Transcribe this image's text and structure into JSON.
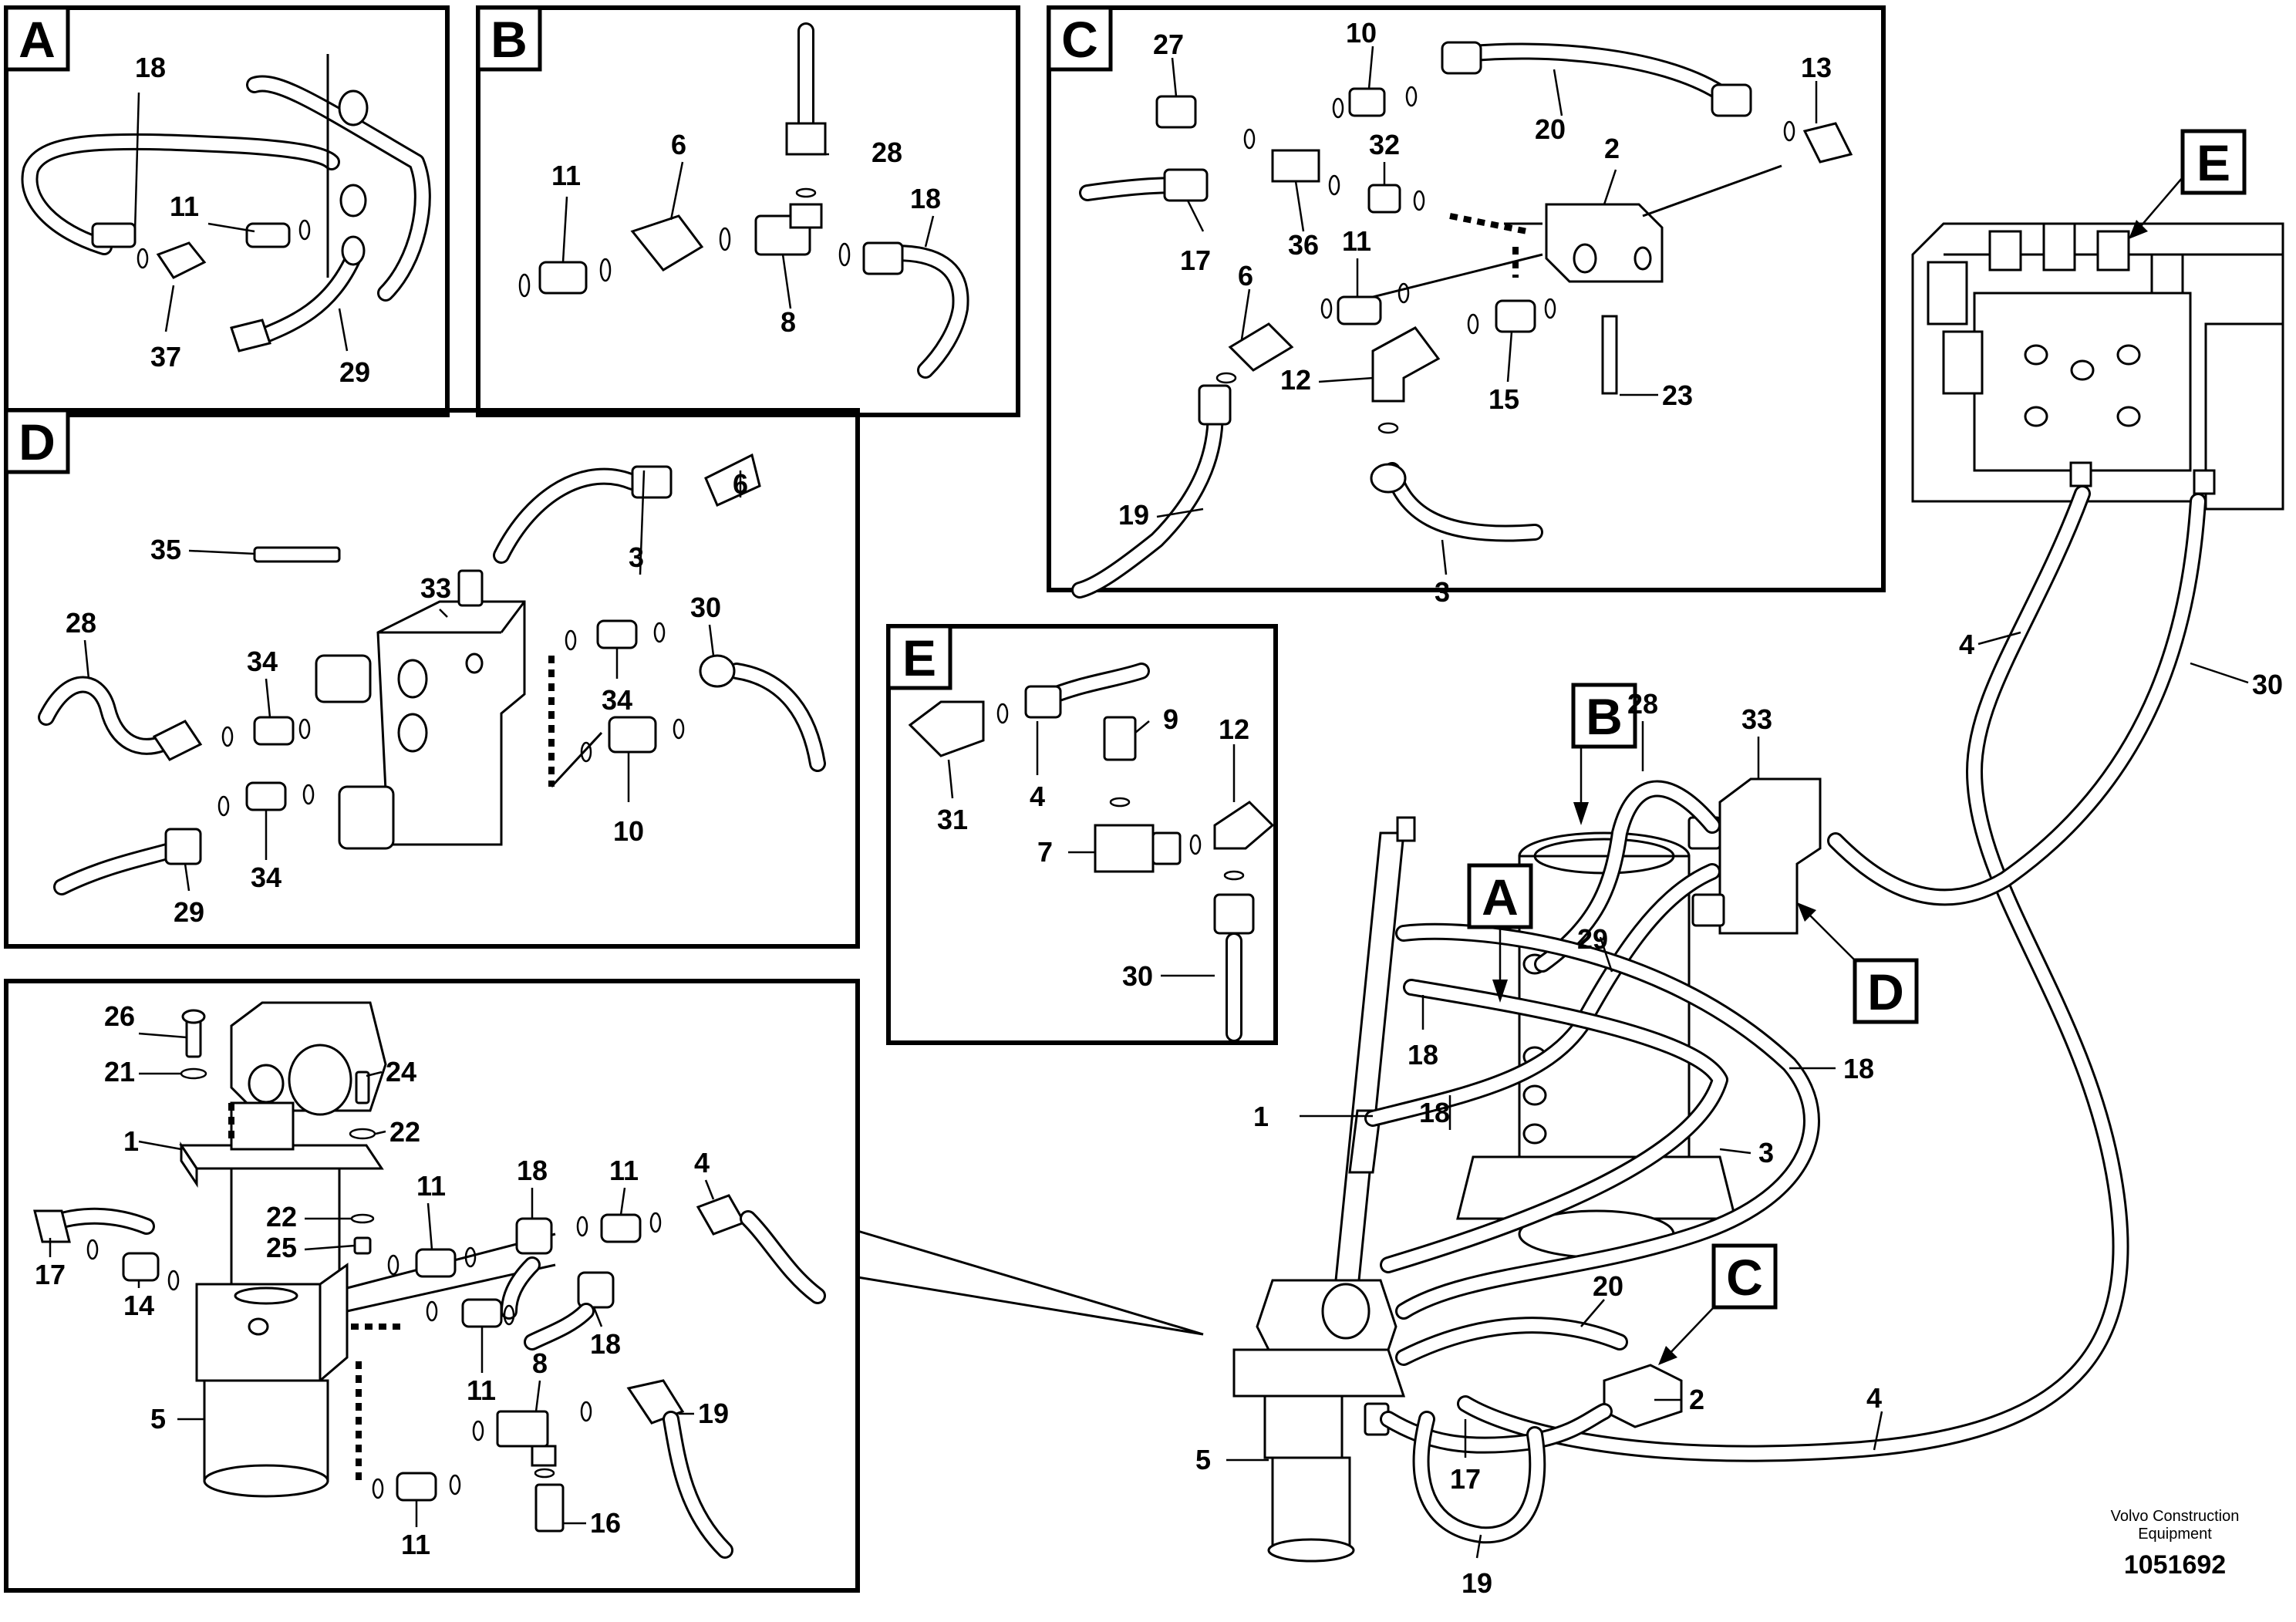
{
  "panels": {
    "A": {
      "tag": "A",
      "labels": [
        "18",
        "11",
        "37",
        "29"
      ]
    },
    "B": {
      "tag": "B",
      "labels": [
        "28",
        "11",
        "6",
        "18",
        "8"
      ]
    },
    "C": {
      "tag": "C",
      "labels": [
        "27",
        "10",
        "13",
        "20",
        "32",
        "2",
        "17",
        "36",
        "11",
        "6",
        "12",
        "15",
        "23",
        "19",
        "3"
      ]
    },
    "D": {
      "tag": "D",
      "labels": [
        "3",
        "6",
        "33",
        "35",
        "28",
        "34",
        "30",
        "34",
        "10",
        "29",
        "34"
      ]
    },
    "E": {
      "tag": "E",
      "labels": [
        "9",
        "12",
        "31",
        "4",
        "7",
        "30"
      ]
    },
    "F": {
      "labels": [
        "26",
        "21",
        "24",
        "1",
        "22",
        "11",
        "18",
        "11",
        "4",
        "22",
        "25",
        "17",
        "14",
        "18",
        "11",
        "8",
        "19",
        "5",
        "11",
        "16"
      ]
    }
  },
  "overview": {
    "callouts": [
      "B",
      "A",
      "D",
      "C",
      "E"
    ],
    "labels": [
      "28",
      "33",
      "4",
      "30",
      "29",
      "18",
      "18",
      "1",
      "18",
      "3",
      "20",
      "2",
      "5",
      "17",
      "19",
      "4"
    ]
  },
  "footer": {
    "brand_line1": "Volvo Construction",
    "brand_line2": "Equipment",
    "doc_number": "1051692"
  }
}
